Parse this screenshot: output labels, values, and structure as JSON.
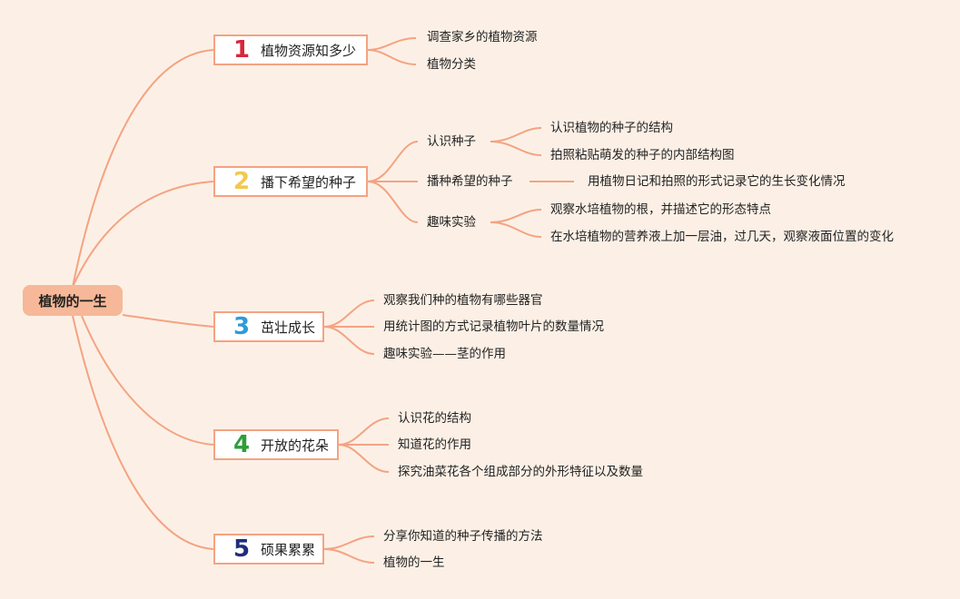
{
  "root": "植物的一生",
  "branches": [
    {
      "num": "1",
      "num_color": "#d8263c",
      "label": "植物资源知多少",
      "children": [
        "调查家乡的植物资源",
        "植物分类"
      ]
    },
    {
      "num": "2",
      "num_color": "#f2c94c",
      "label": "播下希望的种子",
      "sub": [
        {
          "label": "认识种子",
          "children": [
            "认识植物的种子的结构",
            "拍照粘贴萌发的种子的内部结构图"
          ]
        },
        {
          "label": "播种希望的种子",
          "children": [
            "用植物日记和拍照的形式记录它的生长变化情况"
          ]
        },
        {
          "label": "趣味实验",
          "children": [
            "观察水培植物的根，并描述它的形态特点",
            "在水培植物的营养液上加一层油，过几天，观察液面位置的变化"
          ]
        }
      ]
    },
    {
      "num": "3",
      "num_color": "#2d9bd8",
      "label": "茁壮成长",
      "children": [
        "观察我们种的植物有哪些器官",
        "用统计图的方式记录植物叶片的数量情况",
        "趣味实验——茎的作用"
      ]
    },
    {
      "num": "4",
      "num_color": "#2e9e3a",
      "label": "开放的花朵",
      "children": [
        "认识花的结构",
        "知道花的作用",
        "探究油菜花各个组成部分的外形特征以及数量"
      ]
    },
    {
      "num": "5",
      "num_color": "#1f2d7a",
      "label": "硕果累累",
      "children": [
        "分享你知道的种子传播的方法",
        "植物的一生"
      ]
    }
  ]
}
